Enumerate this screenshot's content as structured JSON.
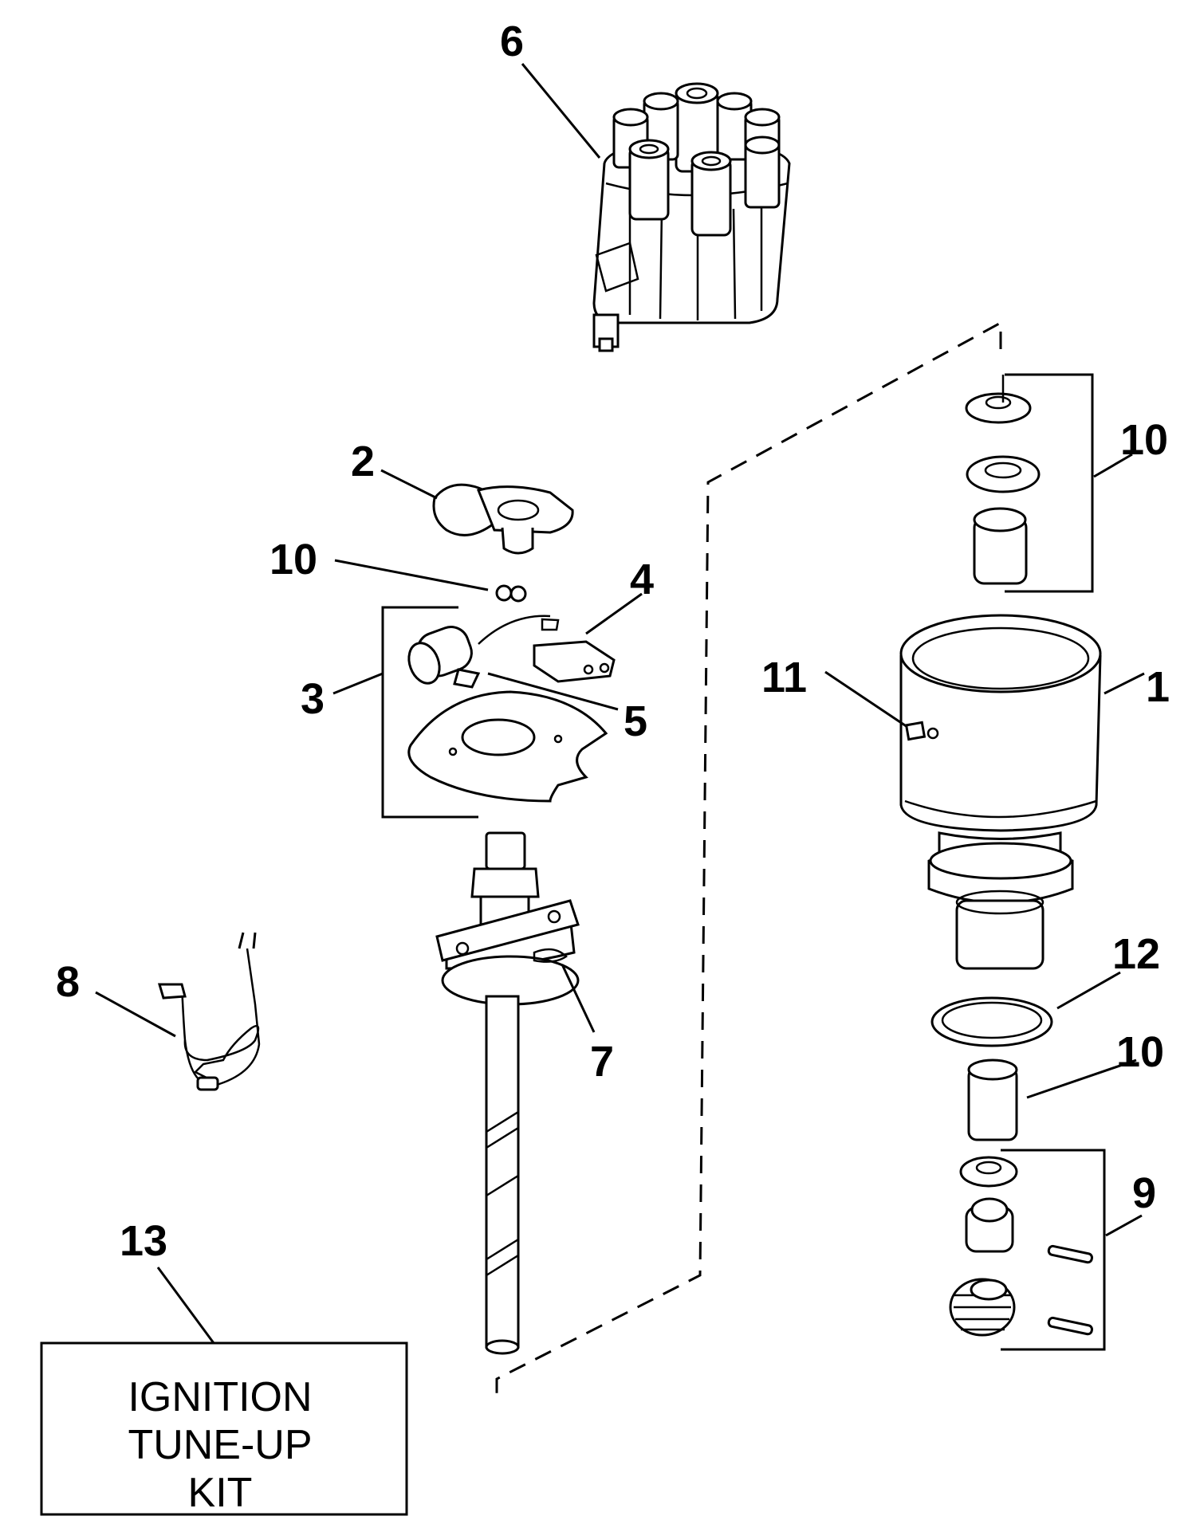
{
  "callouts": {
    "c1": "1",
    "c2": "2",
    "c3": "3",
    "c4": "4",
    "c5": "5",
    "c6": "6",
    "c7": "7",
    "c8": "8",
    "c9": "9",
    "c10_top": "10",
    "c10_left": "10",
    "c10_lower": "10",
    "c11": "11",
    "c12": "12",
    "c13": "13"
  },
  "kit": {
    "line1": "IGNITION",
    "line2": "TUNE-UP",
    "line3": "KIT"
  }
}
